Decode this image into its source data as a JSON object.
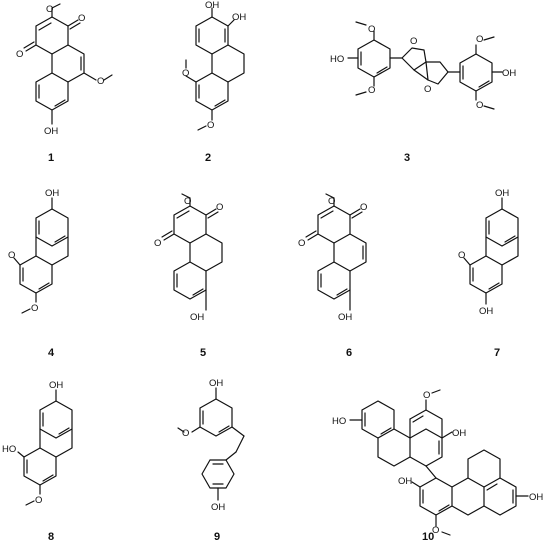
{
  "compounds": [
    {
      "label": "1"
    },
    {
      "label": "2"
    },
    {
      "label": "3"
    },
    {
      "label": "4"
    },
    {
      "label": "5"
    },
    {
      "label": "6"
    },
    {
      "label": "7"
    },
    {
      "label": "8"
    },
    {
      "label": "9"
    },
    {
      "label": "10"
    }
  ],
  "atoms": {
    "oh": "OH",
    "ho": "HO",
    "o": "O"
  }
}
